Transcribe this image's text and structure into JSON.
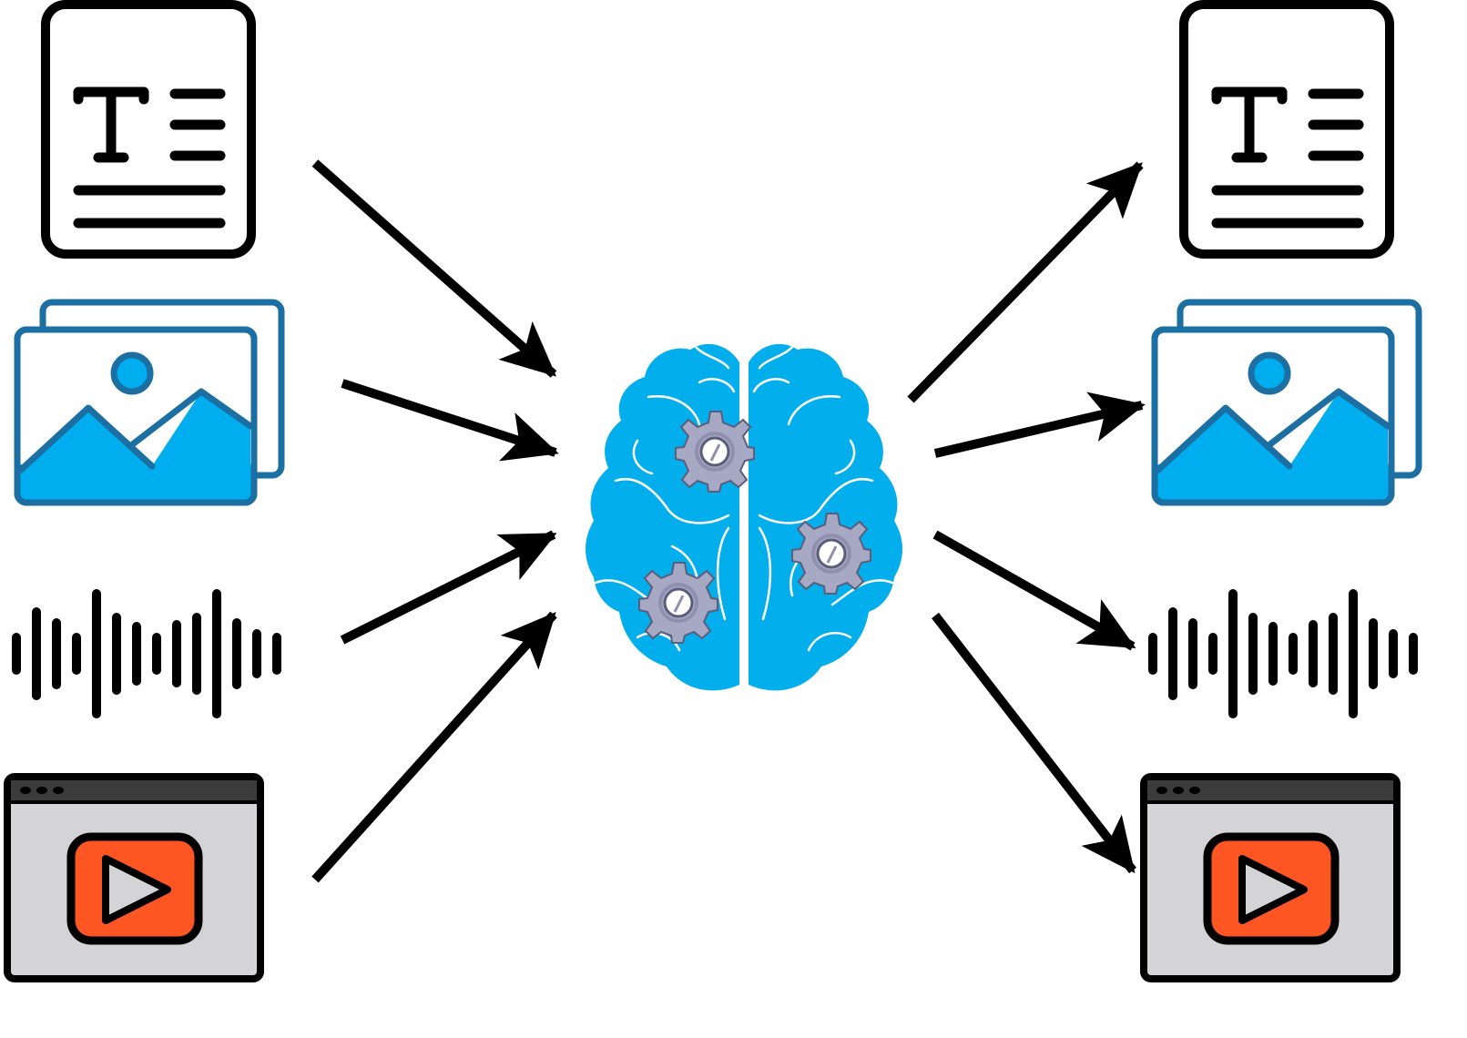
{
  "diagram": {
    "inputs": [
      {
        "icon": "text-document-icon",
        "modality": "text"
      },
      {
        "icon": "image-gallery-icon",
        "modality": "image"
      },
      {
        "icon": "audio-waveform-icon",
        "modality": "audio"
      },
      {
        "icon": "video-player-icon",
        "modality": "video"
      }
    ],
    "center": {
      "icon": "brain-with-gears-icon"
    },
    "outputs": [
      {
        "icon": "text-document-icon",
        "modality": "text"
      },
      {
        "icon": "image-gallery-icon",
        "modality": "image"
      },
      {
        "icon": "audio-waveform-icon",
        "modality": "audio"
      },
      {
        "icon": "video-player-icon",
        "modality": "video"
      }
    ],
    "colors": {
      "stroke": "#000000",
      "image_fill": "#00aeef",
      "image_border": "#1b6fa3",
      "brain": "#03aeec",
      "brain_lines": "#ffffff",
      "gear": "#a6a8c4",
      "video_bg": "#d4d4d6",
      "video_bar": "#3c3c3c",
      "play_button": "#fe5622"
    }
  }
}
